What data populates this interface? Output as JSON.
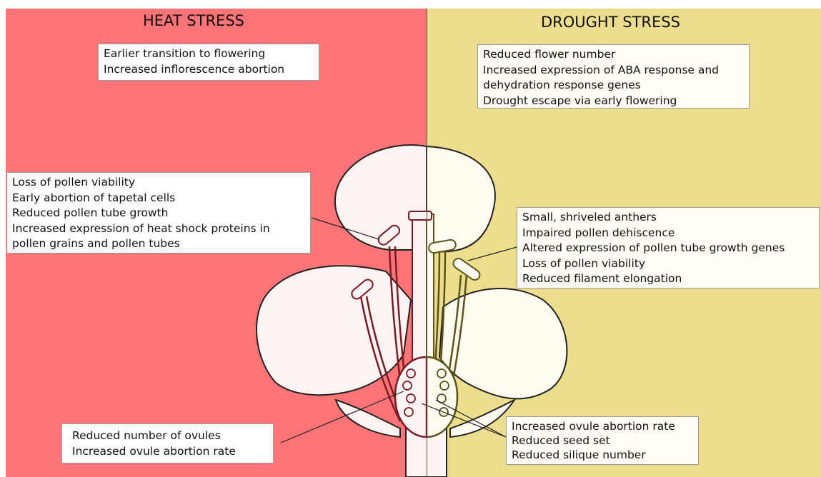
{
  "panels": {
    "heat": {
      "title": "HEAT STRESS",
      "color": "#ff7577"
    },
    "drought": {
      "title": "DROUGHT STRESS",
      "color": "#eddd8f"
    }
  },
  "heat_boxes": {
    "flowering": [
      "Earlier transition to flowering",
      "Increased inflorescence abortion"
    ],
    "pollen": [
      "Loss of pollen viability",
      "Early abortion of tapetal cells",
      "Reduced pollen tube growth",
      "Increased expression of heat shock proteins in",
      "pollen grains and pollen tubes"
    ],
    "ovules": [
      "Reduced number of ovules",
      "Increased ovule abortion rate"
    ]
  },
  "drought_boxes": {
    "flowering": [
      "Reduced flower number",
      "Increased expression of ABA response and",
      "dehydration response genes",
      "Drought escape via early flowering"
    ],
    "anthers": [
      "Small, shriveled anthers",
      "Impaired pollen dehiscence",
      "Altered expression of pollen tube growth genes",
      "Loss of pollen viability",
      "Reduced filament elongation"
    ],
    "seeds": [
      "Increased ovule abortion rate",
      "Reduced seed set",
      "Reduced silique number"
    ]
  },
  "colors": {
    "heat_outline": "#7a1a22",
    "drought_outline": "#5a5418",
    "petal_fill": "#fdf3f3",
    "petal_fill_right": "#fffbf0"
  }
}
